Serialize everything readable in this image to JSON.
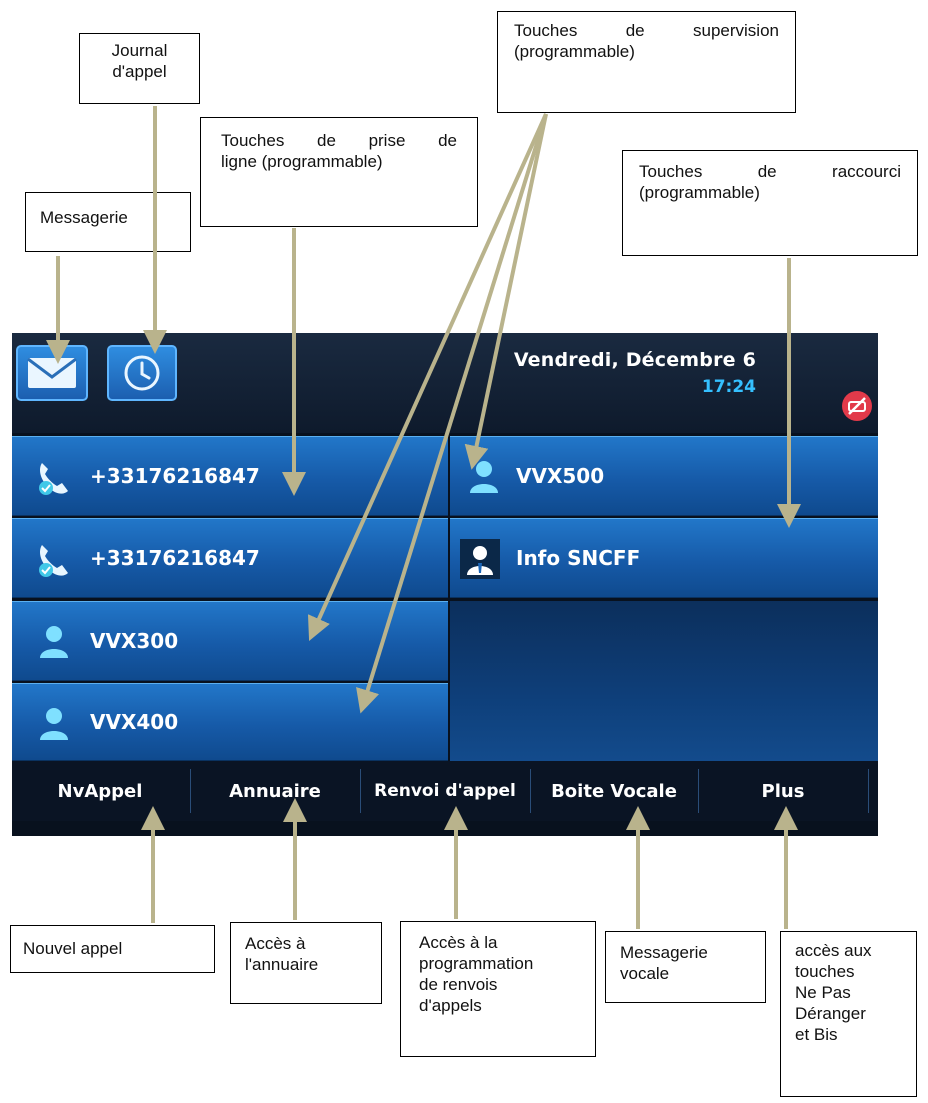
{
  "header": {
    "date": "Vendredi, Décembre 6",
    "time": "17:24"
  },
  "lines": [
    {
      "label": "+33176216847",
      "icon": "phone-handset-icon"
    },
    {
      "label": "+33176216847",
      "icon": "phone-handset-icon"
    },
    {
      "label": "VVX300",
      "icon": "user-icon"
    },
    {
      "label": "VVX400",
      "icon": "user-icon"
    }
  ],
  "busy": [
    {
      "label": "VVX500",
      "icon": "user-icon"
    },
    {
      "label": "Info SNCFF",
      "icon": "contact-card-icon"
    }
  ],
  "softkeys": [
    "NvAppel",
    "Annuaire",
    "Renvoi d'appel",
    "Boite Vocale",
    "Plus"
  ],
  "callouts": {
    "journal": "Journal\nd'appel",
    "messagerie": "Messagerie",
    "prise_ligne_1": "Touches de prise de",
    "prise_ligne_2": "ligne (programmable)",
    "supervision_1": "Touches de supervision",
    "supervision_2": "(programmable)",
    "raccourci_1": "Touches de raccourci",
    "raccourci_2": "(programmable)",
    "nouvel_appel": "Nouvel appel",
    "acces_annuaire": "Accès à\nl'annuaire",
    "renvoi": "Accès à la\nprogrammation\nde renvois\nd'appels",
    "messagerie_vocale": "Messagerie\nvocale",
    "plus": "accès aux\ntouches\nNe Pas\nDéranger\net Bis"
  },
  "colors": {
    "screen_bg": "#08111e",
    "key_blue": "#1b66b8",
    "accent": "#35c0ff",
    "arrow": "#b9b38c",
    "dnd": "#e23a4a"
  }
}
